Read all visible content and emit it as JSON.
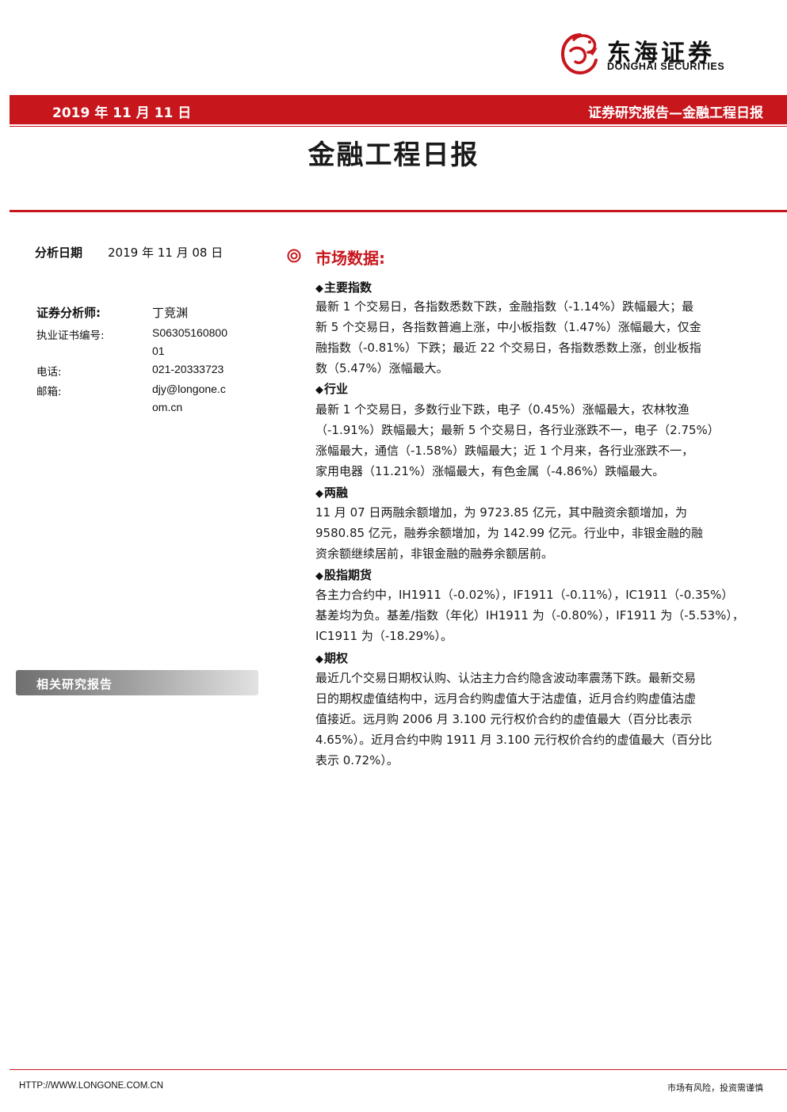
{
  "logo": {
    "cn_name": "东海证券",
    "en_name": "DONGHAI SECURITIES",
    "brand_color": "#c8161d",
    "icon": "phoenix-logo-icon"
  },
  "header": {
    "date": "2019 年 11 月 11 日",
    "report_type": "证券研究报告—金融工程日报"
  },
  "title": "金融工程日报",
  "left": {
    "analysis_date_label": "分析日期",
    "analysis_date_value": "2019 年 11 月 08 日",
    "analyst_label": "证券分析师:",
    "analyst_name": "丁竞渊",
    "license_label": "执业证书编号:",
    "license_line1": "S06305160800",
    "license_line2": "01",
    "phone_label": "电话:",
    "phone_value": "021-20333723",
    "email_label": "邮箱:",
    "email_line1": "djy@longone.c",
    "email_line2": "om.cn",
    "related_reports": "相关研究报告"
  },
  "market": {
    "section_title": "市场数据:",
    "section_icon": "double-circle-icon",
    "subsections": [
      {
        "heading": "主要指数",
        "lines": [
          "最新 1 个交易日，各指数悉数下跌，金融指数（-1.14%）跌幅最大；最",
          "新 5 个交易日，各指数普遍上涨，中小板指数（1.47%）涨幅最大，仅金",
          "融指数（-0.81%）下跌；最近 22 个交易日，各指数悉数上涨，创业板指",
          "数（5.47%）涨幅最大。"
        ]
      },
      {
        "heading": "行业",
        "lines": [
          "最新 1 个交易日，多数行业下跌，电子（0.45%）涨幅最大，农林牧渔",
          "（-1.91%）跌幅最大；最新 5 个交易日，各行业涨跌不一，电子（2.75%）",
          "涨幅最大，通信（-1.58%）跌幅最大；近 1 个月来，各行业涨跌不一，",
          "家用电器（11.21%）涨幅最大，有色金属（-4.86%）跌幅最大。"
        ]
      },
      {
        "heading": "两融",
        "lines": [
          "11 月 07 日两融余额增加，为 9723.85 亿元，其中融资余额增加，为",
          "9580.85 亿元，融券余额增加，为 142.99 亿元。行业中，非银金融的融",
          "资余额继续居前，非银金融的融券余额居前。"
        ]
      },
      {
        "heading": "股指期货",
        "lines": [
          "各主力合约中，IH1911（-0.02%），IF1911（-0.11%），IC1911（-0.35%）",
          "基差均为负。基差/指数（年化）IH1911 为（-0.80%），IF1911 为（-5.53%），",
          "IC1911 为（-18.29%）。"
        ]
      },
      {
        "heading": "期权",
        "lines": [
          "最近几个交易日期权认购、认沽主力合约隐含波动率震荡下跌。最新交易",
          "日的期权虚值结构中，远月合约购虚值大于沽虚值，近月合约购虚值沽虚",
          "值接近。远月购 2006 月 3.100 元行权价合约的虚值最大（百分比表示",
          "4.65%）。近月合约中购 1911 月 3.100 元行权价合约的虚值最大（百分比",
          "表示 0.72%）。"
        ]
      }
    ]
  },
  "footer": {
    "url": "HTTP://WWW.LONGONE.COM.CN",
    "risk": "市场有风险，投资需谨慎"
  }
}
